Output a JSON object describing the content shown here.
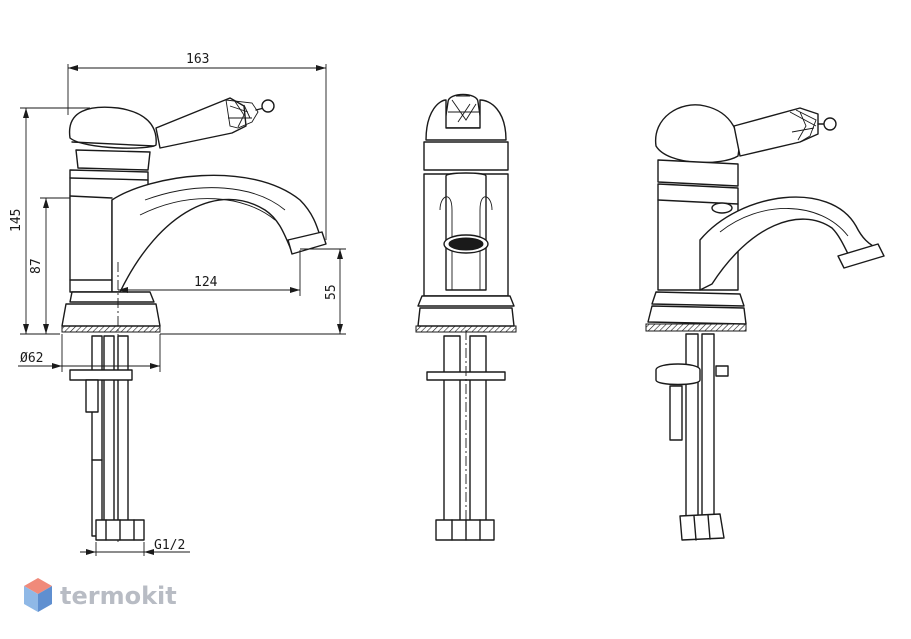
{
  "dimensions": {
    "overall_width": "163",
    "overall_height": "145",
    "base_to_body": "87",
    "spout_reach": "124",
    "spout_height": "55",
    "base_diameter": "Ø62",
    "connection_thread": "G1/2"
  },
  "watermark": {
    "brand": "termokit",
    "colors": {
      "top": "#f08a7a",
      "left": "#8fb8e6",
      "right": "#5f8fd0",
      "text": "#b8bcc4"
    }
  },
  "line_color": "#1a1a1a",
  "views": [
    "side-view",
    "front-view",
    "perspective-view"
  ]
}
